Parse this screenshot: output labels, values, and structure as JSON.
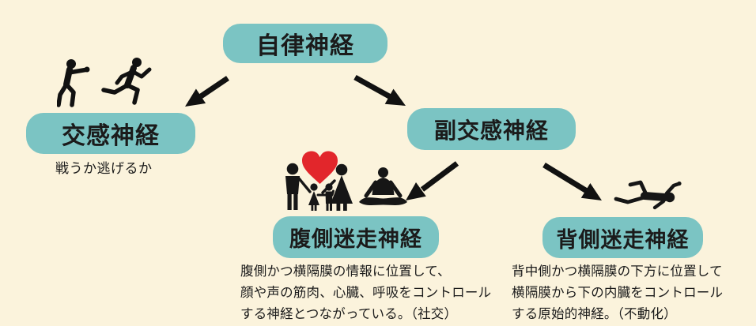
{
  "colors": {
    "background": "#FBF3DC",
    "node_fill": "#7BC4C3",
    "heart_red": "#E2262B",
    "text": "#1B1B1B",
    "arrow": "#111111"
  },
  "diagram": {
    "root": {
      "label": "自律神経"
    },
    "sympathetic": {
      "label": "交感神経",
      "caption": "戦うか逃げるか",
      "icons": [
        "fighting-person-icon",
        "running-person-icon"
      ]
    },
    "parasympathetic": {
      "label": "副交感神経"
    },
    "ventral": {
      "label": "腹側迷走神経",
      "description": "腹側かつ横隔膜の情報に位置して、\n顔や声の筋肉、心臓、呼吸をコントロール\nする神経とつながっている。（社交）",
      "icons": [
        "family-with-heart-icon",
        "meditating-person-icon"
      ]
    },
    "dorsal": {
      "label": "背側迷走神経",
      "description": "背中側かつ横隔膜の下方に位置して\n横隔膜から下の内臓をコントロール\nする原始的神経。（不動化）",
      "icons": [
        "lying-person-icon"
      ]
    }
  }
}
